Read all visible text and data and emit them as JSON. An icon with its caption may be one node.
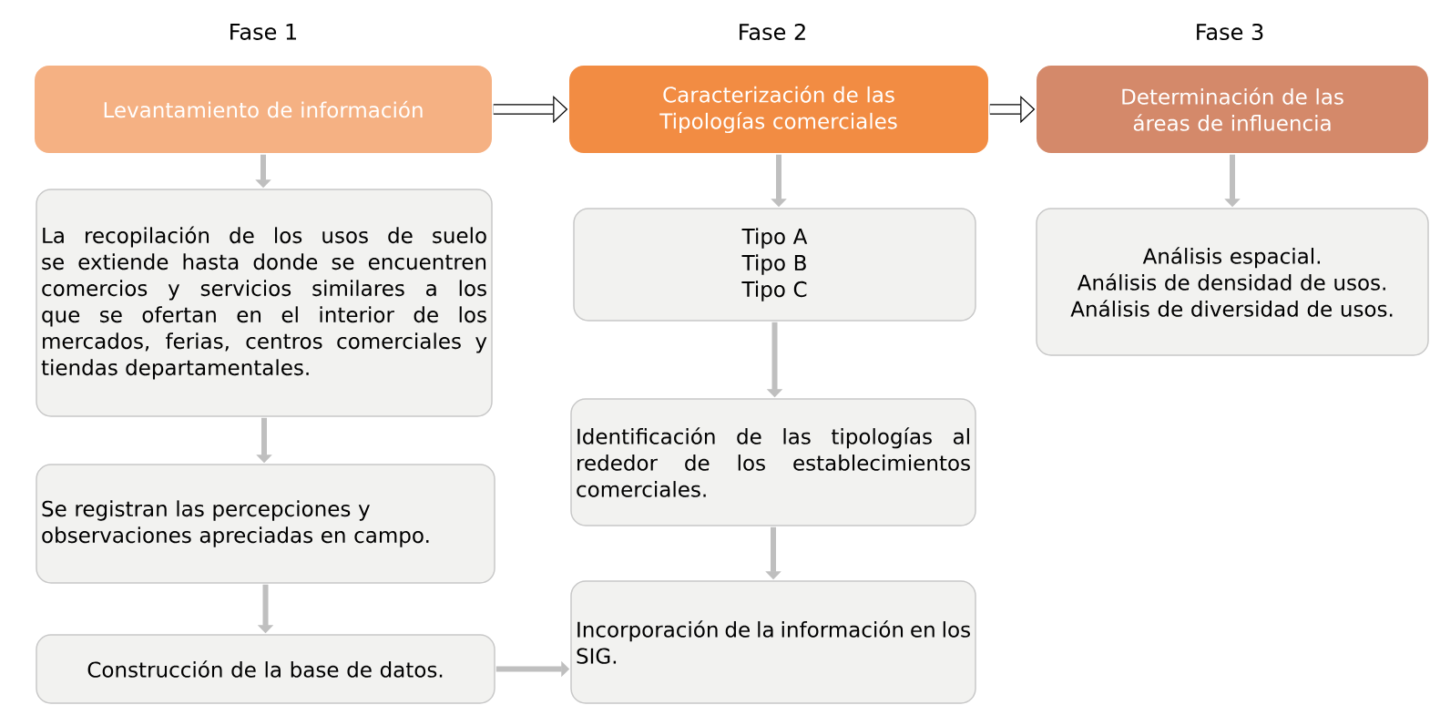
{
  "diagram": {
    "nodes": [
      {
        "text": [
          "Levantamiento de información"
        ]
      },
      {
        "text": [
          "La recopilación de los usos de suelo se extiende hasta donde se encuentren comercios y servicios similares a los que se ofertan en el interior de los mercados, ferias, centros comerciales y tiendas departamentales."
        ]
      },
      {
        "text": [
          "Se registran las percepciones y observaciones apreciadas en campo."
        ]
      },
      {
        "text": [
          "Construcción de la base de datos."
        ]
      },
      {
        "text": [
          "Caracterización de las Tipologías comerciales"
        ]
      },
      {
        "text": [
          "Tipo A",
          "Tipo B",
          "Tipo C"
        ]
      },
      {
        "text": [
          "Identificación de las tipologías al rededor de los establecimientos comerciales."
        ]
      },
      {
        "text": [
          "Incorporación de la información en los SIG."
        ]
      },
      {
        "text": [
          "Determinación de las áreas de influencia"
        ]
      },
      {
        "text": [
          "Análisis espacial.",
          "Análisis de densidad de usos.",
          "Análisis de diversidad de usos."
        ]
      }
    ],
    "edges": [
      {
        "from": 0,
        "to": 1,
        "arrow": "to"
      },
      {
        "from": 1,
        "to": 2,
        "arrow": "to"
      },
      {
        "from": 2,
        "to": 3,
        "arrow": "to"
      },
      {
        "from": 3,
        "to": 7,
        "arrow": "to"
      },
      {
        "from": 0,
        "to": 4,
        "arrow": "to",
        "style": "thick",
        "color": "#000000"
      },
      {
        "from": 4,
        "to": 8,
        "arrow": "to",
        "style": "thick",
        "color": "#000000"
      },
      {
        "from": 4,
        "to": 5,
        "arrow": "to"
      },
      {
        "from": 5,
        "to": 6,
        "arrow": "to"
      },
      {
        "from": 6,
        "to": 7,
        "arrow": "to"
      },
      {
        "from": 8,
        "to": 9,
        "arrow": "to"
      }
    ],
    "labels": [
      "Fase 1",
      "Fase 2",
      "Fase 3"
    ]
  }
}
